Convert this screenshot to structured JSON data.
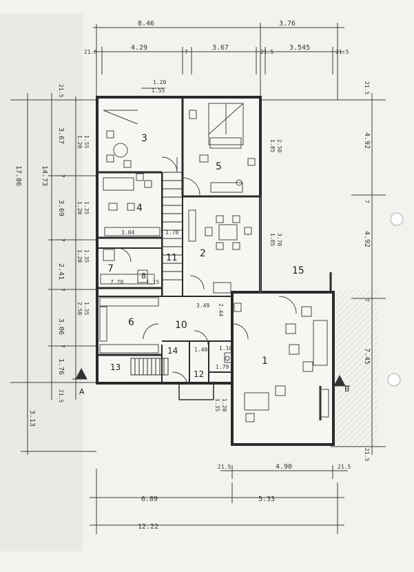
{
  "colors": {
    "paper": "#f2f1ee",
    "ink": "#2a2a2a",
    "gray": "#8a8a88",
    "hatch": "#b5b5b0"
  },
  "dims": {
    "top_a": "8.46",
    "top_b": "3.76",
    "top_c1": "4.29",
    "top_c2": "3.67",
    "top_c3": "3.545",
    "top_small_a": "21.5",
    "top_small_b": "7",
    "top_small_c": "21.5",
    "top_small_d": "21.5",
    "top_d1": "1.20",
    "top_d2": "1.55",
    "left_total": "17.86",
    "left_mid": "14.73",
    "left_3_67": "3.67",
    "left_3_69": "3.69",
    "left_2_41": "2.41",
    "left_3_06": "3.06",
    "left_1_76": "1.76",
    "left_3_13": "3.13",
    "left_small_top": "21.5",
    "left_small_bot": "21.5",
    "left_sev_1": "7",
    "left_sev_2": "7",
    "left_sev_3": "7",
    "left_sev_4": "7",
    "left_w1": "1.20",
    "left_w1b": "1.55",
    "left_w2": "1.20",
    "left_w2b": "1.35",
    "left_w3": "1.20",
    "left_w3b": "1.35",
    "left_w4": "2.50",
    "left_w4b": "1.35",
    "right_4_92a": "4.92",
    "right_4_92b": "4.92",
    "right_7_45": "7.45",
    "right_small_top": "21.5",
    "right_small_bot": "21.5",
    "right_sev_1": "7",
    "right_sev_2": "7",
    "mid_2_50": "2.50",
    "mid_1_85": "1.85",
    "mid_3_70": "3.70",
    "mid_1_85b": "1.85",
    "mid_2_44": "2.44",
    "mid_1_20": "1.20",
    "mid_1_35": "1.35",
    "room_3_04": "3.04",
    "room_1_78": "1.78",
    "room_7_78": "7.78",
    "room_1_15": "1.15",
    "room_3_49": "3.49",
    "room_1_40": "1.40",
    "room_1_79": "1.79",
    "room_1_10": "1.10",
    "bot_4_90": "4.90",
    "bot_small_a": "21.5",
    "bot_small_b": "21.5",
    "bot_6_89": "6.89",
    "bot_5_33": "5.33",
    "bot_total": "12.22"
  },
  "rooms": {
    "r1": "1",
    "r2": "2",
    "r3": "3",
    "r4": "4",
    "r5": "5",
    "r6": "6",
    "r7": "7",
    "r8": "8",
    "r10": "10",
    "r11": "11",
    "r12": "12",
    "r13": "13",
    "r14": "14",
    "r15": "15"
  },
  "sections": {
    "a": "A",
    "b": "B"
  }
}
